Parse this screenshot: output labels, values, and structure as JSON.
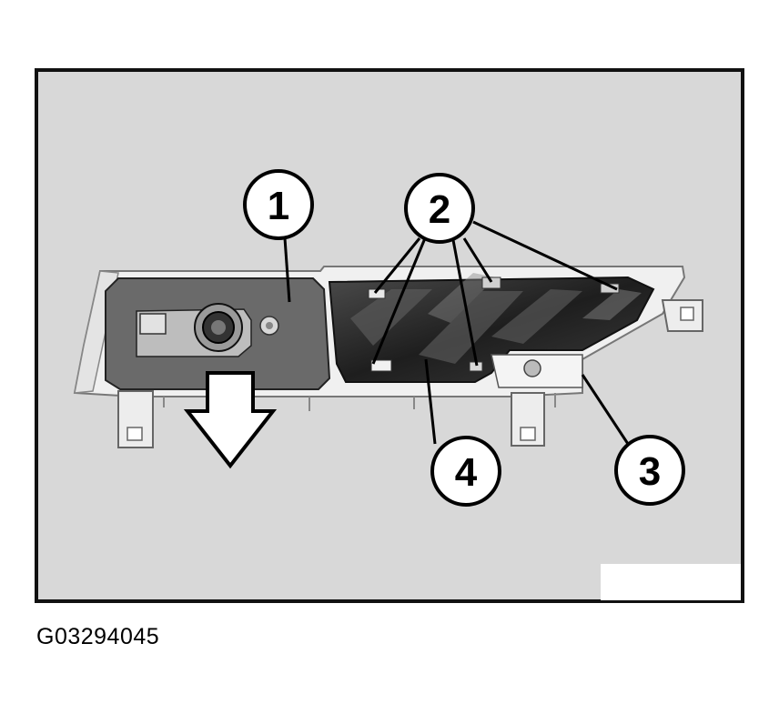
{
  "figure": {
    "id": "G03294045",
    "callouts": [
      "1",
      "2",
      "3",
      "4"
    ]
  },
  "colors": {
    "panel_bg": "#d8d8d8",
    "frame": "#111111",
    "plate": "#6a6a6a",
    "housing_light": "#eeeeee",
    "housing_dark": "#2b2b2b"
  }
}
